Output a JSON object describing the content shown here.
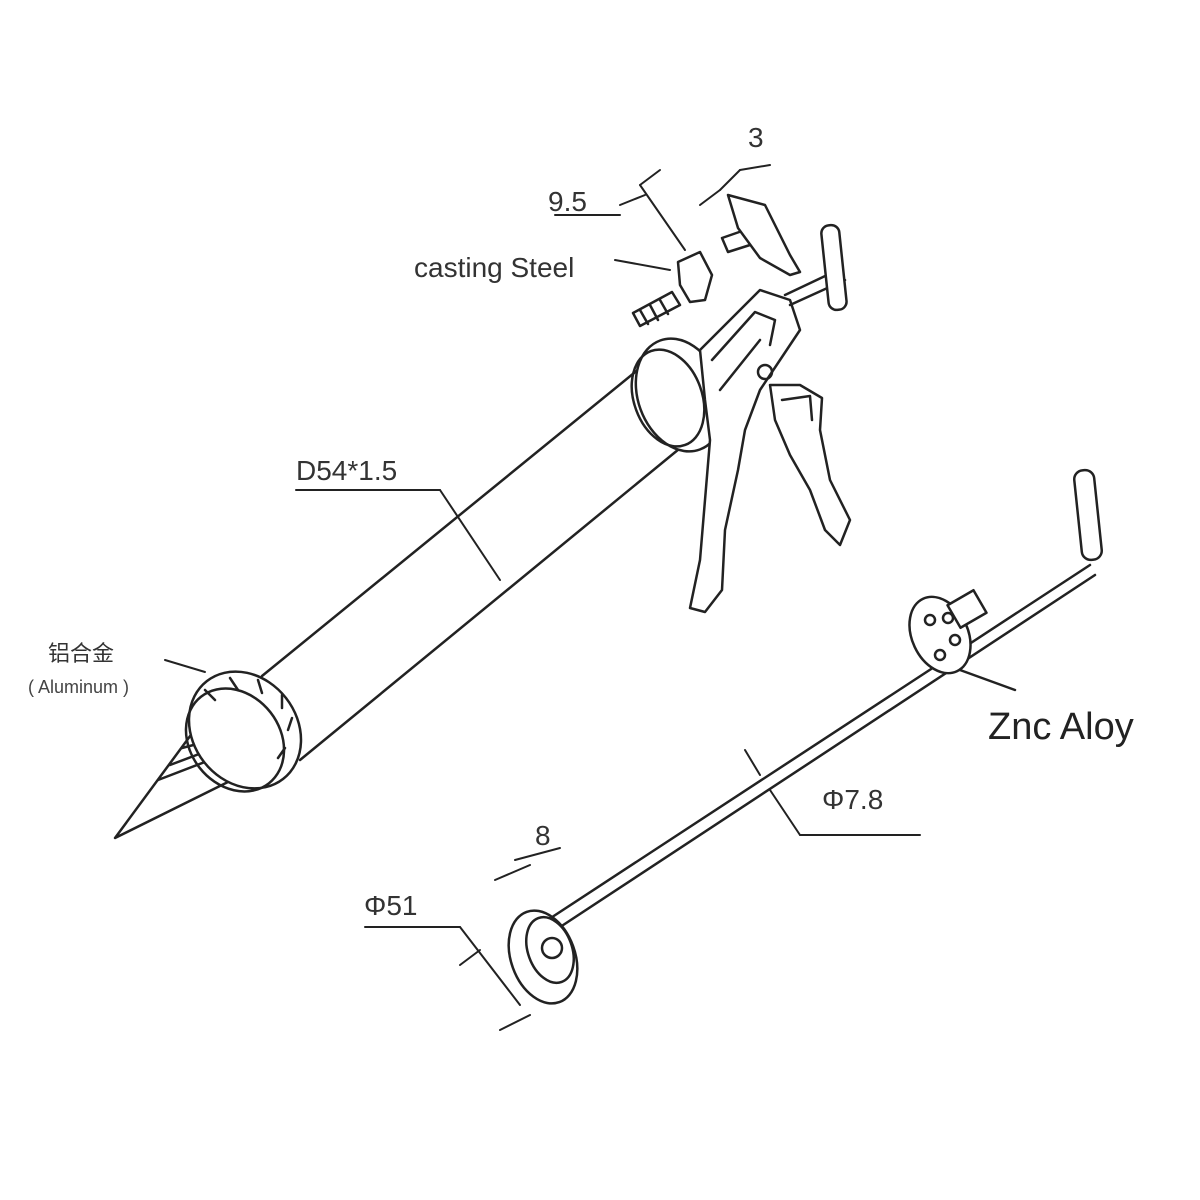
{
  "labels": {
    "dim_3": "3",
    "dim_9_5": "9.5",
    "casting_steel": "casting Steel",
    "d54": "D54*1.5",
    "cn_aluminum": "铝合金",
    "aluminum": "( Aluminum )",
    "znc_aloy": "Znc Aloy",
    "phi_7_8": "Φ7.8",
    "dim_8": "8",
    "phi_51": "Φ51"
  },
  "colors": {
    "line": "#222222",
    "background": "#ffffff"
  }
}
